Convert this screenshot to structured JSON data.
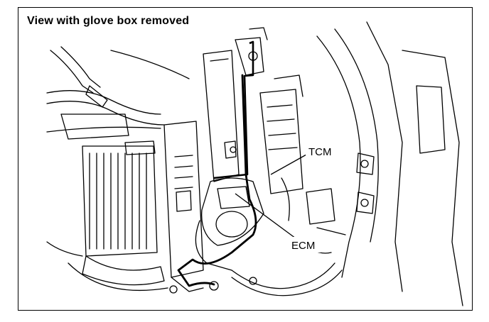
{
  "title": "View with glove box removed",
  "labels": {
    "tcm": "TCM",
    "ecm": "ECM"
  },
  "colors": {
    "ink": "#000000",
    "paper": "#ffffff"
  }
}
